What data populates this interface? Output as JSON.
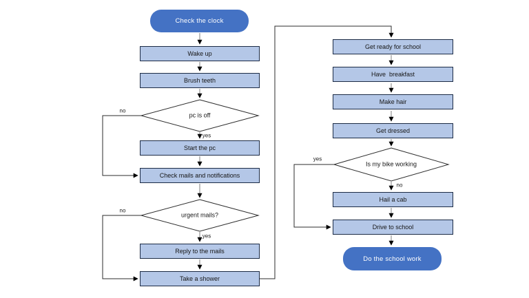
{
  "flowchart": {
    "nodes": {
      "start": {
        "type": "terminal",
        "label": "Check the clock"
      },
      "wake_up": {
        "type": "process",
        "label": "Wake up"
      },
      "brush_teeth": {
        "type": "process",
        "label": "Brush teeth"
      },
      "pc_is_off": {
        "type": "decision",
        "label": "pc is off"
      },
      "start_pc": {
        "type": "process",
        "label": "Start the pc"
      },
      "check_mails": {
        "type": "process",
        "label": "Check mails and notifications"
      },
      "urgent_mails": {
        "type": "decision",
        "label": "urgent mails?"
      },
      "reply_mails": {
        "type": "process",
        "label": "Reply to the mails"
      },
      "take_shower": {
        "type": "process",
        "label": "Take a shower"
      },
      "get_ready": {
        "type": "process",
        "label": "Get ready for school"
      },
      "have_breakfast": {
        "type": "process",
        "label": "Have  breakfast"
      },
      "make_hair": {
        "type": "process",
        "label": "Make hair"
      },
      "get_dressed": {
        "type": "process",
        "label": "Get dressed"
      },
      "bike_working": {
        "type": "decision",
        "label": "Is my bike working"
      },
      "hail_cab": {
        "type": "process",
        "label": "Hail a cab"
      },
      "drive_school": {
        "type": "process",
        "label": "Drive to school"
      },
      "end": {
        "type": "terminal",
        "label": "Do the school work"
      }
    },
    "edge_labels": {
      "pc_no": "no",
      "pc_yes": "yes",
      "mail_no": "no",
      "mail_yes": "yes",
      "bike_yes": "yes",
      "bike_no": "no"
    },
    "colors": {
      "terminal_fill": "#4472c4",
      "terminal_text": "#ffffff",
      "process_fill": "#b4c7e7",
      "process_border": "#1b2a44",
      "decision_fill": "#ffffff",
      "connector_stem": "#7f7f7f",
      "connector_elbow": "#2b2b2b",
      "arrowhead": "#000000"
    }
  }
}
